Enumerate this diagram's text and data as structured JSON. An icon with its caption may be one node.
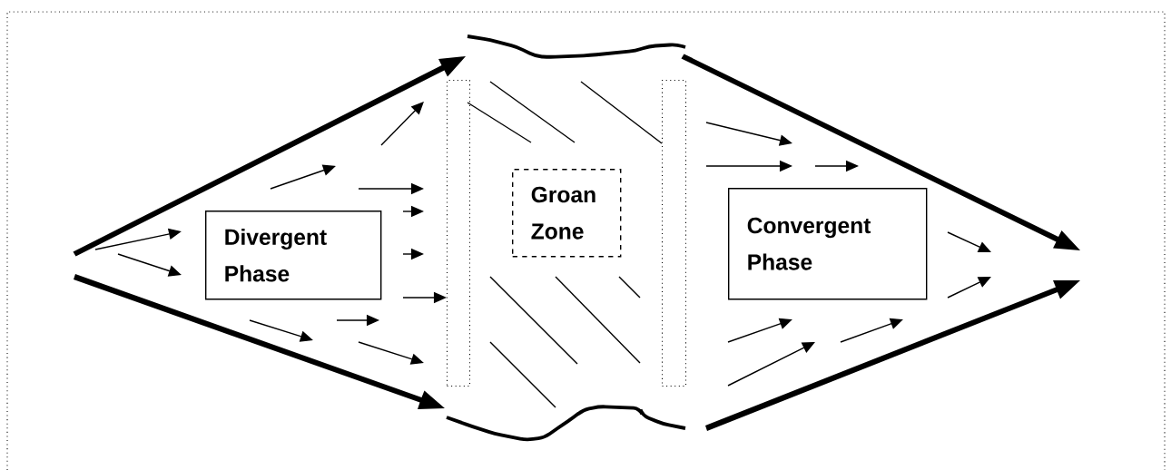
{
  "diagram": {
    "nodes": [
      {
        "text": [
          "Divergent Phase"
        ]
      },
      {
        "text": [],
        "shape": "bar"
      },
      {
        "text": [
          "Groan Zone"
        ]
      },
      {
        "text": [],
        "shape": "bar"
      },
      {
        "text": [
          "Convergent Phase"
        ]
      }
    ],
    "edges": [
      {
        "from": null,
        "to": 1,
        "arrow": "to"
      }
    ]
  }
}
